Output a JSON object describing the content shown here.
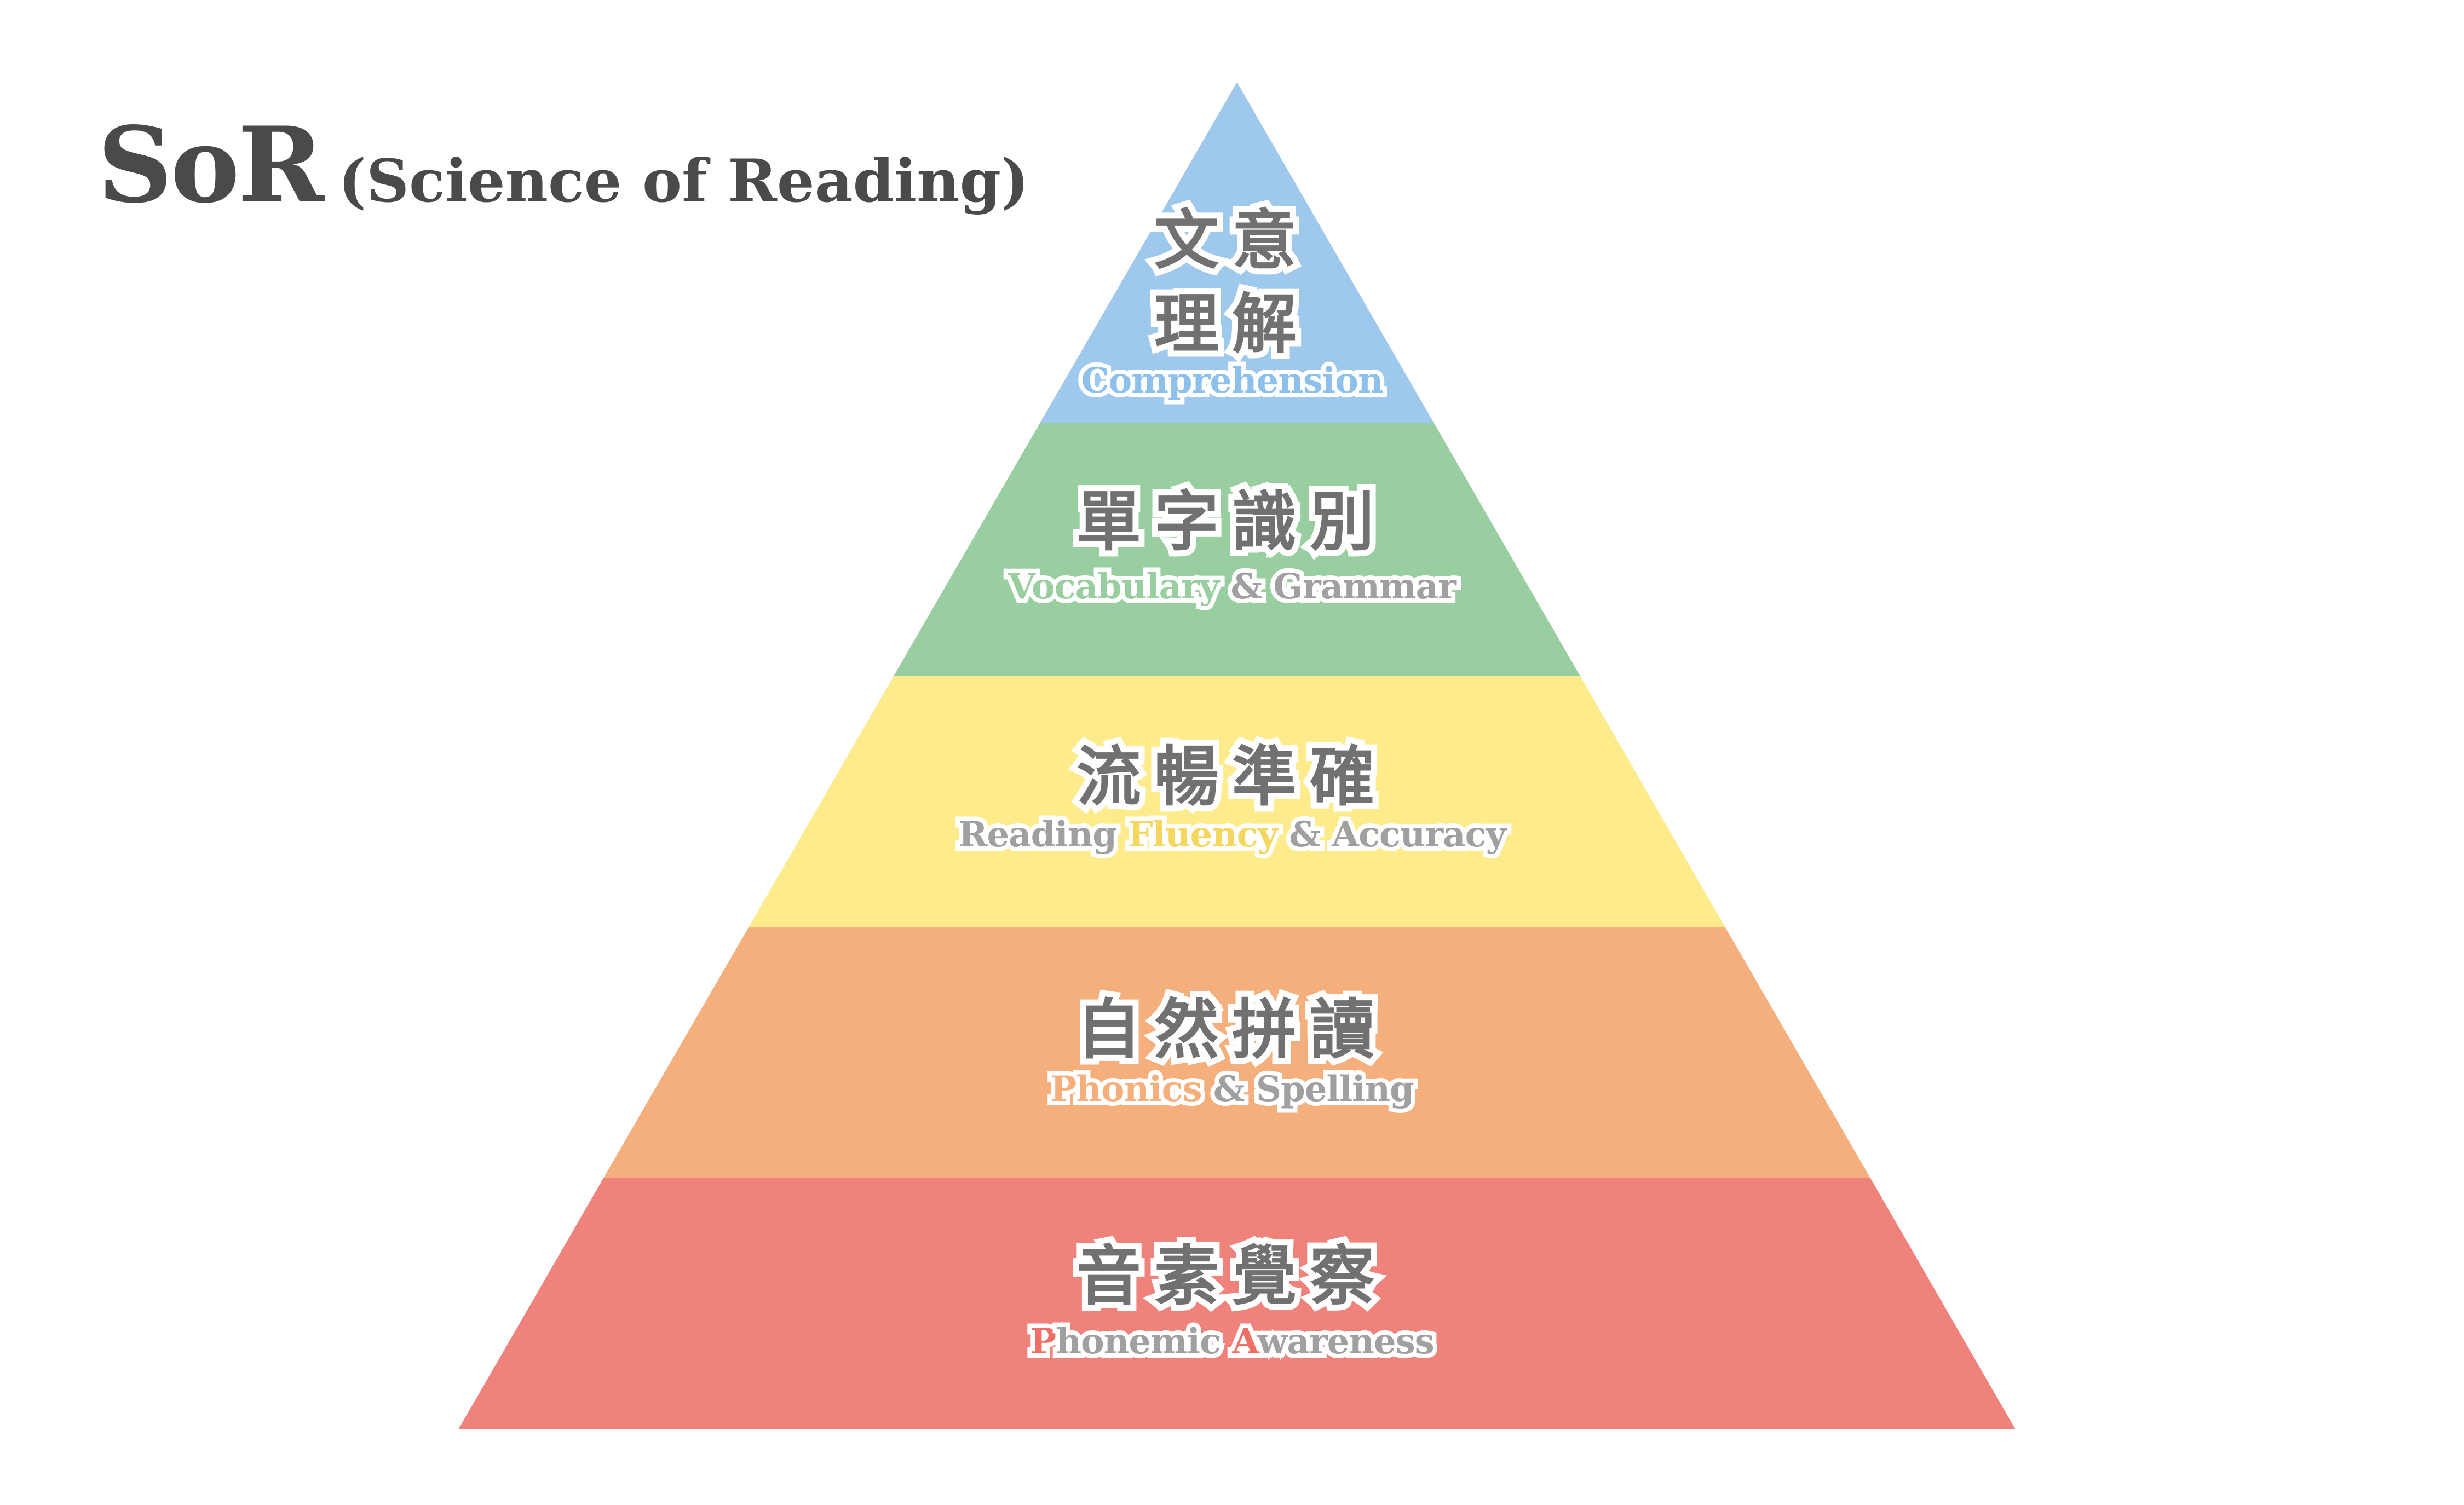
{
  "title": {
    "main": "SoR",
    "sub": "(Science of Reading)"
  },
  "colors": {
    "blue": "#9fc9ec",
    "green": "#99cfa0",
    "yellow": "#feec8c",
    "orange": "#f4af7c",
    "red": "#ef837b",
    "text": "#717171",
    "subtext": "#a0a0a0"
  },
  "layers": [
    {
      "zh": [
        "文意",
        "理解"
      ],
      "en": [
        {
          "t": "Comprehension",
          "c": "#8ec0ec"
        }
      ]
    },
    {
      "zh": [
        "單字識別"
      ],
      "en": [
        {
          "t": "Vocabulary",
          "c": "#99cfa0"
        },
        {
          "t": " & Grammar",
          "c": "#a0a0a0"
        }
      ]
    },
    {
      "zh": [
        "流暢準確"
      ],
      "en": [
        {
          "t": "Reading ",
          "c": "#a0a0a0"
        },
        {
          "t": "Fluency",
          "c": "#f5d65e"
        },
        {
          "t": " & Accuracy",
          "c": "#a0a0a0"
        }
      ]
    },
    {
      "zh": [
        "自然拼讀"
      ],
      "en": [
        {
          "t": "Phonics",
          "c": "#f4af7c"
        },
        {
          "t": " & Spelling",
          "c": "#a0a0a0"
        }
      ]
    },
    {
      "zh": [
        "音素覺察"
      ],
      "en": [
        {
          "t": "P",
          "c": "#ef6f67"
        },
        {
          "t": "honemic ",
          "c": "#a0a0a0"
        },
        {
          "t": "A",
          "c": "#ef6f67"
        },
        {
          "t": "wareness",
          "c": "#a0a0a0"
        }
      ]
    }
  ]
}
